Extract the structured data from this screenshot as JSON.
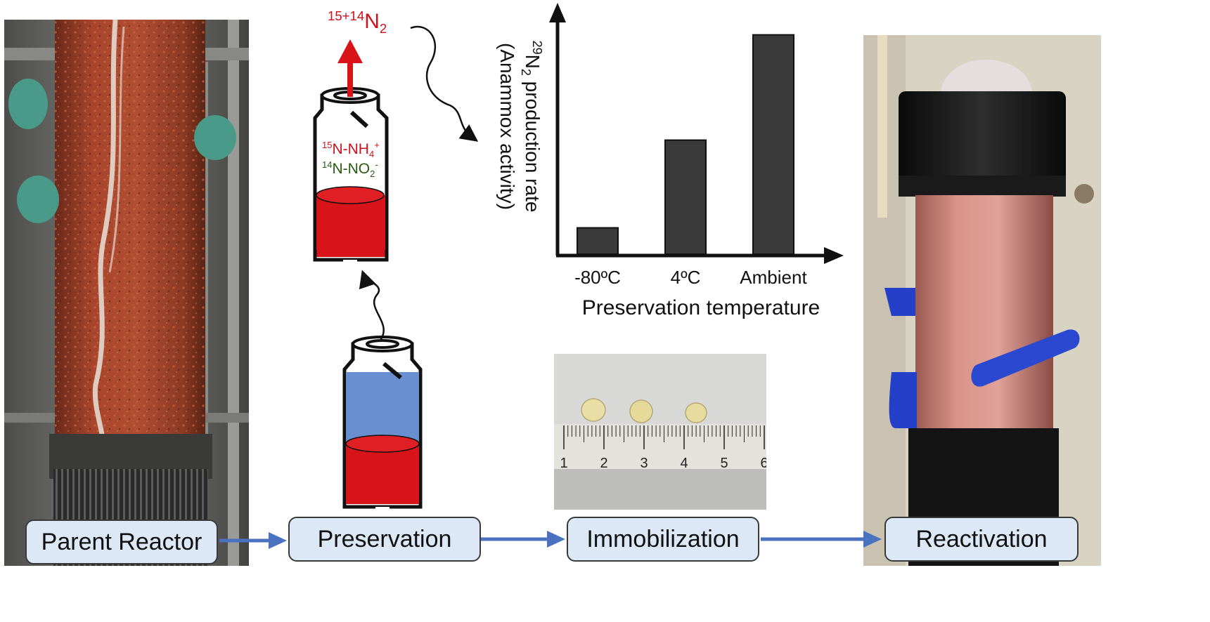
{
  "stages": [
    {
      "id": "parent",
      "label": "Parent Reactor"
    },
    {
      "id": "preservation",
      "label": "Preservation"
    },
    {
      "id": "immobilization",
      "label": "Immobilization"
    },
    {
      "id": "reactivation",
      "label": "Reactivation"
    }
  ],
  "vial": {
    "substrate_1_mass": "15",
    "substrate_1_species": "N-NH",
    "substrate_1_sub": "4",
    "substrate_1_charge": "+",
    "substrate_2_mass": "14",
    "substrate_2_species": "N-NO",
    "substrate_2_sub": "2",
    "substrate_2_charge": "-",
    "product_mass": "15+14",
    "product_species": "N",
    "product_sub": "2"
  },
  "ruler": {
    "ticks": [
      "1",
      "2",
      "3",
      "4",
      "5",
      "6"
    ]
  },
  "colors": {
    "stage_box_fill": "#dde8f6",
    "flow_arrow": "#4a72c0",
    "anammox_red": "#d0101a",
    "nitrite_green": "#2a5a10",
    "bar_fill": "#3a3a3a",
    "preservation_liquid": "#6a8fd0"
  },
  "chart_data": {
    "type": "bar",
    "categories": [
      "-80ºC",
      "4ºC",
      "Ambient"
    ],
    "values": [
      0.12,
      0.52,
      1.0
    ],
    "xlabel": "Preservation temperature",
    "ylabel_mass": "29",
    "ylabel_species": "N",
    "ylabel_sub": "2",
    "ylabel_rest": " production rate",
    "ylabel_line2": "(Anammox activity)",
    "ylim": [
      0,
      1.05
    ],
    "yticks": false,
    "grid": false
  }
}
